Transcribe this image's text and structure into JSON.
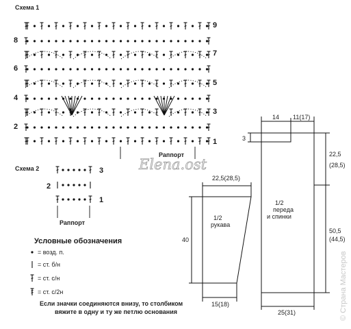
{
  "scheme1": {
    "title": "Схема 1",
    "row_numbers_left": [
      "8",
      "6",
      "4",
      "2"
    ],
    "row_numbers_right": [
      "9",
      "7",
      "5",
      "3",
      "1"
    ],
    "repeat_label": "Раппорт"
  },
  "scheme2": {
    "title": "Схема 2",
    "row_numbers_left": [
      "2"
    ],
    "row_numbers_right": [
      "3",
      "1"
    ],
    "repeat_label": "Раппорт"
  },
  "watermark": {
    "signature": "Elena.ost",
    "site": "© Страна Мастеров"
  },
  "legend": {
    "title": "Условные обозначения",
    "items": [
      {
        "symbol": "dot-icon",
        "text": "= возд. п."
      },
      {
        "symbol": "bar-icon",
        "text": "= ст. б/н"
      },
      {
        "symbol": "t-icon",
        "text": "= ст. с/н"
      },
      {
        "symbol": "t2-icon",
        "text": "= ст. с/2н"
      }
    ],
    "note_line1": "Если значки соединяются внизу, то столбиком",
    "note_line2": "вяжите в одну и ту же петлю основания"
  },
  "sleeve": {
    "label_line1": "1/2",
    "label_line2": "рукава",
    "top_width": "22,5(28,5)",
    "bottom_width": "15(18)",
    "height": "40"
  },
  "body": {
    "label_line1": "1/2",
    "label_line2": "переда",
    "label_line3": "и спинки",
    "neck_width": "14",
    "shoulder_width": "11(17)",
    "neck_depth": "3",
    "upper_height_line1": "22,5",
    "upper_height_line2": "(28,5)",
    "lower_height_line1": "50,5",
    "lower_height_line2": "(44,5)",
    "bottom_width": "25(31)"
  }
}
